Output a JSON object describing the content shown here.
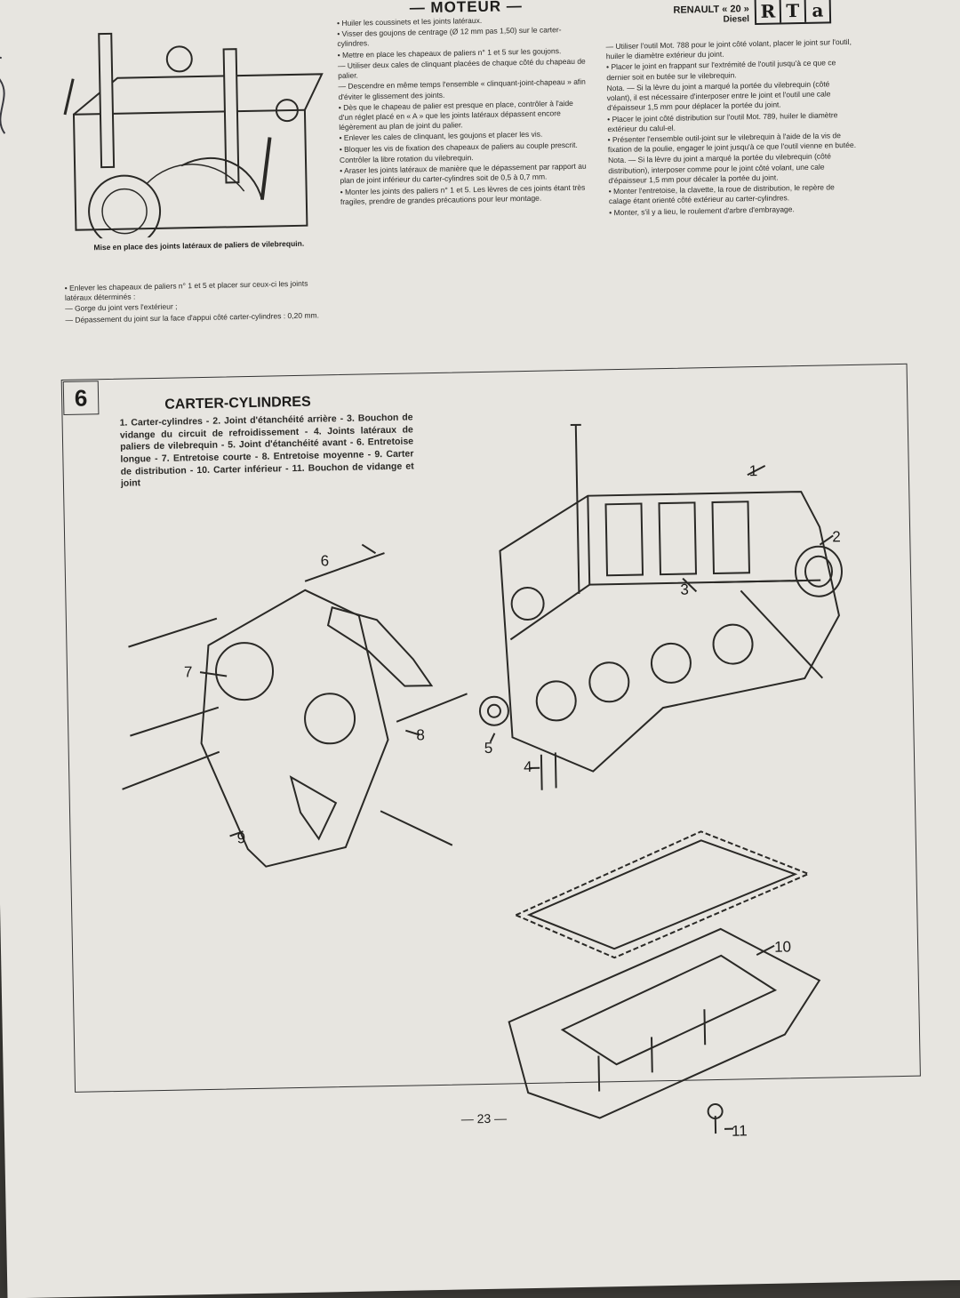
{
  "header": {
    "section_title": "— MOTEUR —",
    "brand": "RENAULT « 20 »",
    "variant": "Diesel",
    "logo_letters": [
      "R",
      "T",
      "a"
    ]
  },
  "top_figure": {
    "caption": "Mise en place des joints latéraux de paliers de vilebrequin."
  },
  "left_column": {
    "paragraphs": [
      "• Enlever les chapeaux de paliers n° 1 et 5 et placer sur ceux-ci les joints latéraux déterminés :",
      "— Gorge du joint vers l'extérieur ;",
      "— Dépassement du joint sur la face d'appui côté carter-cylindres : 0,20 mm."
    ]
  },
  "middle_column": {
    "paragraphs": [
      "• Huiler les coussinets et les joints latéraux.",
      "• Visser des goujons de centrage (Ø 12 mm pas 1,50) sur le carter-cylindres.",
      "• Mettre en place les chapeaux de paliers n° 1 et 5 sur les goujons.",
      "— Utiliser deux cales de clinquant placées de chaque côté du chapeau de palier.",
      "— Descendre en même temps l'ensemble « clinquant-joint-chapeau » afin d'éviter le glissement des joints.",
      "• Dès que le chapeau de palier est presque en place, contrôler à l'aide d'un réglet placé en « A » que les joints latéraux dépassent encore légèrement au plan de joint du palier.",
      "• Enlever les cales de clinquant, les goujons et placer les vis.",
      "• Bloquer les vis de fixation des chapeaux de paliers au couple prescrit.",
      "Contrôler la libre rotation du vilebrequin.",
      "• Araser les joints latéraux de manière que le dépassement par rapport au plan de joint inférieur du carter-cylindres soit de 0,5 à 0,7 mm.",
      "• Monter les joints des paliers n° 1 et 5. Les lèvres de ces joints étant très fragiles, prendre de grandes précautions pour leur montage."
    ]
  },
  "right_column": {
    "paragraphs": [
      "— Utiliser l'outil Mot. 788 pour le joint côté volant, placer le joint sur l'outil, huiler le diamètre extérieur du joint.",
      "• Placer le joint en frappant sur l'extrémité de l'outil jusqu'à ce que ce dernier soit en butée sur le vilebrequin.",
      "Nota. — Si la lèvre du joint a marqué la portée du vilebrequin (côté volant), il est nécessaire d'interposer entre le joint et l'outil une cale d'épaisseur 1,5 mm pour déplacer la portée du joint.",
      "• Placer le joint côté distribution sur l'outil Mot. 789, huiler le diamètre extérieur du calul-el.",
      "• Présenter l'ensemble outil-joint sur le vilebrequin à l'aide de la vis de fixation de la poulie, engager le joint jusqu'à ce que l'outil vienne en butée.",
      "Nota. — Si la lèvre du joint a marqué la portée du vilebrequin (côté distribution), interposer comme pour le joint côté volant, une cale d'épaisseur 1,5 mm pour décaler la portée du joint.",
      "• Monter l'entretoise, la clavette, la roue de distribution, le repère de calage étant orienté côté extérieur au carter-cylindres.",
      "• Monter, s'il y a lieu, le roulement d'arbre d'embrayage."
    ]
  },
  "section": {
    "number": "6",
    "title": "CARTER-CYLINDRES",
    "legend": "1. Carter-cylindres - 2. Joint d'étanchéité arrière - 3. Bouchon de vidange du circuit de refroidissement - 4. Joints latéraux de paliers de vilebrequin - 5. Joint d'étanchéité avant - 6. Entretoise longue - 7. Entretoise courte - 8. Entretoise moyenne - 9. Carter de distribution - 10. Carter inférieur - 11. Bouchon de vidange et joint",
    "callouts": [
      "1",
      "2",
      "3",
      "4",
      "5",
      "6",
      "7",
      "8",
      "9",
      "10",
      "11"
    ]
  },
  "footer": {
    "page_number": "— 23 —"
  }
}
